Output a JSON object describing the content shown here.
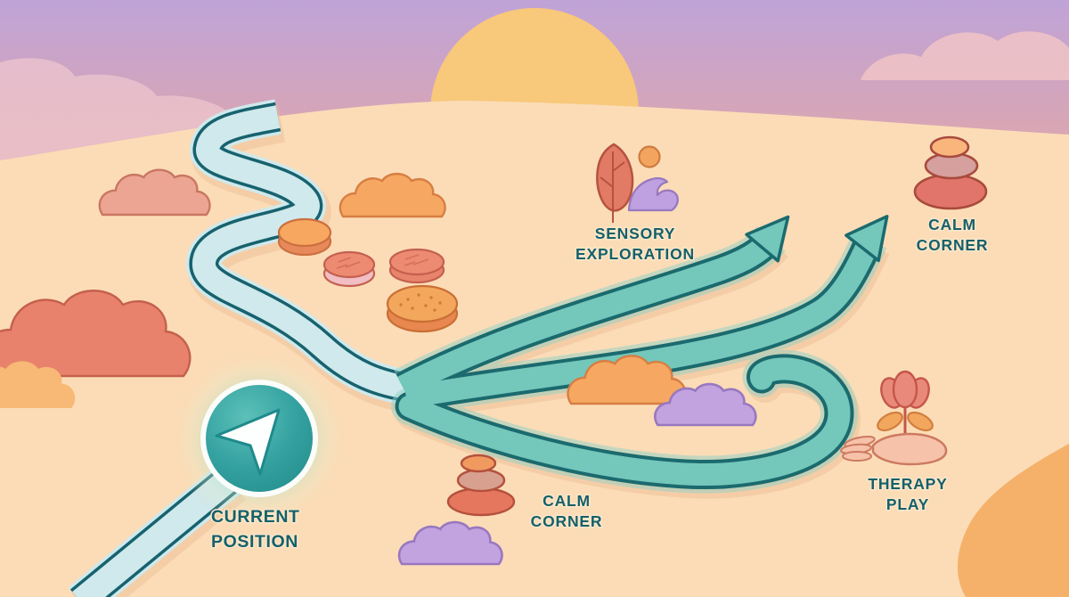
{
  "scene": {
    "description": "Illustrated sunset pathway map with current position marker and branching routes",
    "labels": {
      "current_position": {
        "line1": "CURRENT",
        "line2": "POSITION"
      },
      "sensory_exploration": {
        "line1": "SENSORY",
        "line2": "EXPLORATION"
      },
      "calm_corner_top": {
        "line1": "CALM",
        "line2": "CORNER"
      },
      "calm_corner_bottom": {
        "line1": "CALM",
        "line2": "CORNER"
      },
      "therapy_play": {
        "line1": "THERAPY",
        "line2": "PLAY"
      }
    },
    "icons": {
      "current_position": "navigation-arrow-icon",
      "sensory_exploration": [
        "leaf-icon",
        "sun-icon",
        "wave-icon"
      ],
      "calm_corner_top": "stacked-stones-icon",
      "calm_corner_bottom": "stacked-stones-icon",
      "therapy_play": "flower-in-hand-icon"
    },
    "colors": {
      "sky_top": "#bfa3d8",
      "sky_mid": "#eda78c",
      "sky_bottom": "#f8a95f",
      "sun": "#f8c87b",
      "sand": "#fbdcb7",
      "dune": "#f5b169",
      "river_fill": "#cfe9ec",
      "river_outline": "#17626e",
      "path_teal": "#74c7bb",
      "path_teal_outline": "#1b6a6e",
      "marker_teal": "#36a4a1",
      "label_text": "#15606b",
      "cloud_pink": "#eec5ce",
      "cloud_salmon": "#e8826c",
      "cloud_orange": "#f6a862",
      "cloud_purple": "#c2a3e0",
      "stone_red": "#e2756b",
      "stone_mauve": "#d5a09d",
      "stone_orange": "#f9b57c",
      "leaf": "#e27b66",
      "wave": "#bfa0e0",
      "flower": "#e8897b",
      "hand": "#f6c2aa"
    }
  }
}
